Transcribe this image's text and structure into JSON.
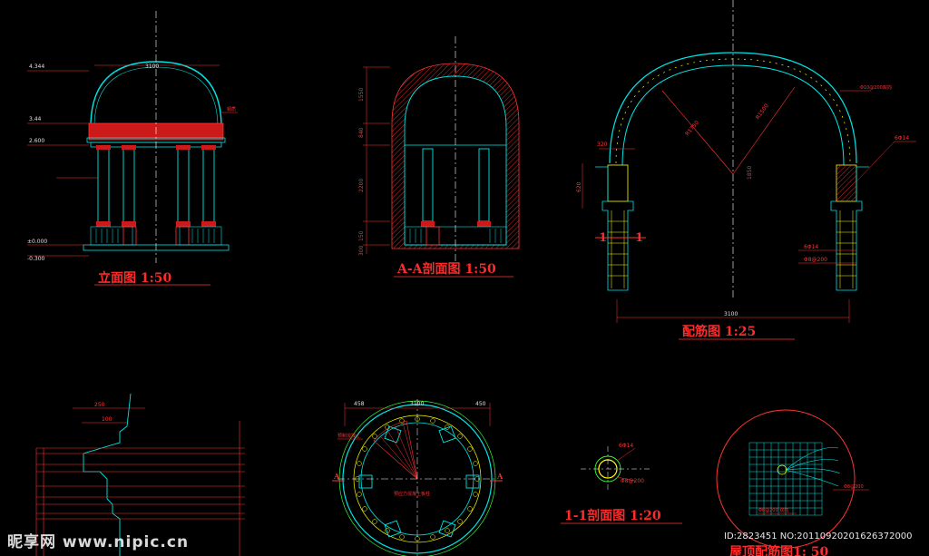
{
  "drawings": {
    "elevation": {
      "title": "立面图  1:50",
      "dims": {
        "width": "3100",
        "lv1": "4.344",
        "lv2": "3.44",
        "lv3": "2.600",
        "lv4": "±0.000",
        "lv5": "-0.300"
      },
      "note": "铜质"
    },
    "section_aa": {
      "title": "A-A剖面图  1:50",
      "dims": {
        "d1": "1550",
        "d2": "840",
        "d3": "2200",
        "d4": "150",
        "d5": "300"
      }
    },
    "rebar": {
      "title": "配筋图  1:25",
      "dims": {
        "width": "3100",
        "r1": "R1750",
        "r2": "R1500",
        "h1": "1850",
        "h2": "620",
        "h3": "320"
      },
      "notes": {
        "n1": "Φ10@200双向",
        "n2": "6Φ14",
        "n3": "6Φ14",
        "n4": "Φ8@200"
      },
      "cut_left": "1",
      "cut_right": "1"
    },
    "profile": {
      "dims": {
        "d1": "250",
        "d2": "100"
      }
    },
    "plan": {
      "dims": {
        "d1": "458",
        "d2": "3100",
        "d3": "450"
      },
      "cut_left": "A",
      "cut_right": "A",
      "note1": "预制混凝土",
      "note2": "预应力混凝土板柱"
    },
    "section_11": {
      "title": "1-1剖面图  1:20",
      "dims": {
        "d1": "6Φ14",
        "d2": "Φ8@200"
      }
    },
    "roof": {
      "title": "屋顶配筋图1: 50",
      "notes": {
        "n1": "Φ8@200 双向",
        "n2": "Φ8@200"
      }
    }
  },
  "watermark": {
    "logo": "昵享网 www.nipic.cn",
    "id": "ID:2823451 NO:20110920201626372000"
  }
}
